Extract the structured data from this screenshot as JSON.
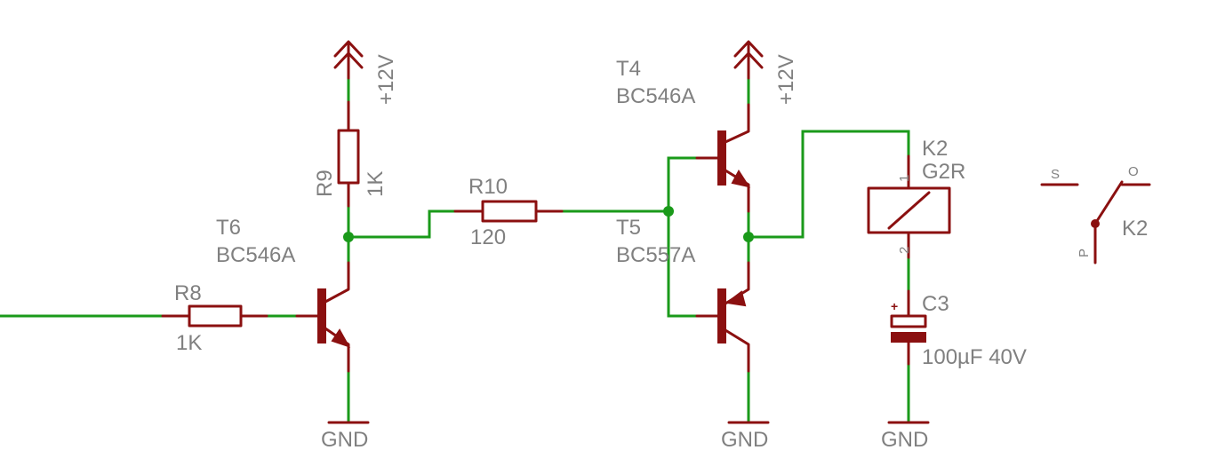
{
  "parts": {
    "r8": {
      "name": "R8",
      "value": "1K"
    },
    "r9": {
      "name": "R9",
      "value": "1K"
    },
    "r10": {
      "name": "R10",
      "value": "120"
    },
    "t6": {
      "name": "T6",
      "value": "BC546A"
    },
    "t4": {
      "name": "T4",
      "value": "BC546A"
    },
    "t5": {
      "name": "T5",
      "value": "BC557A"
    },
    "k2": {
      "name": "K2",
      "value": "G2R",
      "pin1": "1",
      "pin2": "2"
    },
    "c3": {
      "name": "C3",
      "value": "100µF 40V",
      "polarity": "+"
    },
    "k2_switch": {
      "name": "K2",
      "contact_s": "S",
      "contact_o": "O",
      "contact_p": "P"
    }
  },
  "supplies": {
    "vcc_left": "+12V",
    "vcc_right": "+12V",
    "gnd_t6": "GND",
    "gnd_t5": "GND",
    "gnd_c3": "GND"
  },
  "colors": {
    "wire": "#1a9a1a",
    "part": "#8b1010",
    "label": "#808080"
  }
}
